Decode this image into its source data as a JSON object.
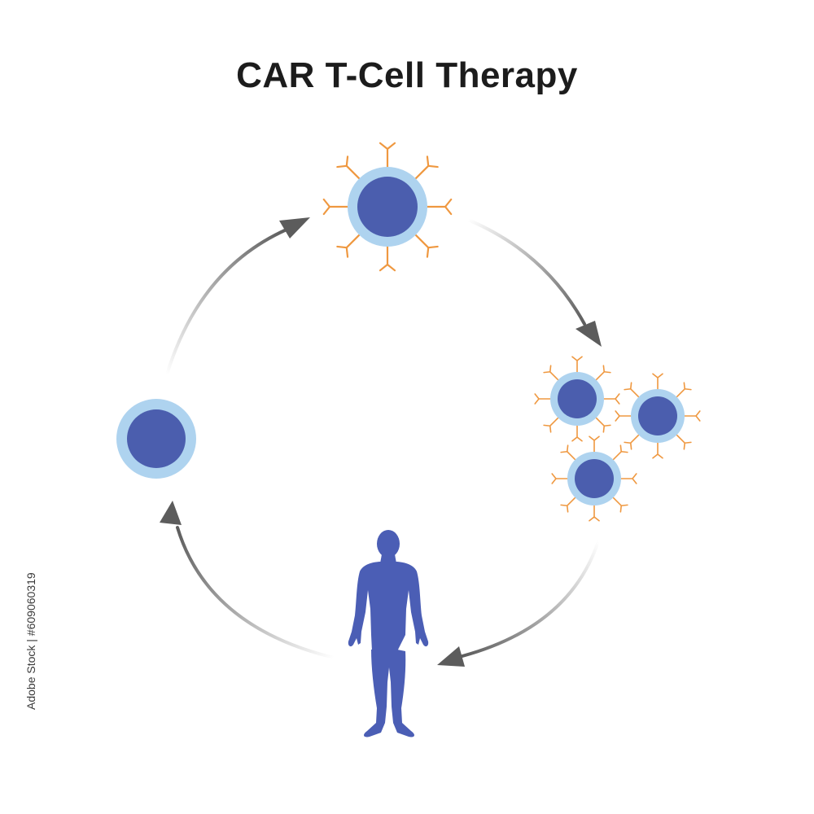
{
  "title": "CAR T-Cell Therapy",
  "side_label": {
    "brand": "Adobe Stock",
    "separator": " | ",
    "number": "#609060319"
  },
  "colors": {
    "nucleus": "#4b5eae",
    "membrane": "#aed3ef",
    "receptor": "#ef9840",
    "human": "#4b5eb5",
    "arrow": "#5c5c5c",
    "title": "#1c1c1c"
  },
  "diagram": {
    "steps": [
      {
        "name": "collected-t-cell",
        "icon": "t-cell-icon"
      },
      {
        "name": "engineered-car-t-cell",
        "icon": "car-t-cell-icon"
      },
      {
        "name": "expanded-car-t-cells",
        "icon": "car-t-cell-cluster-icon",
        "count": 3
      },
      {
        "name": "patient",
        "icon": "human-silhouette-icon"
      }
    ],
    "cycle_direction": "clockwise"
  }
}
